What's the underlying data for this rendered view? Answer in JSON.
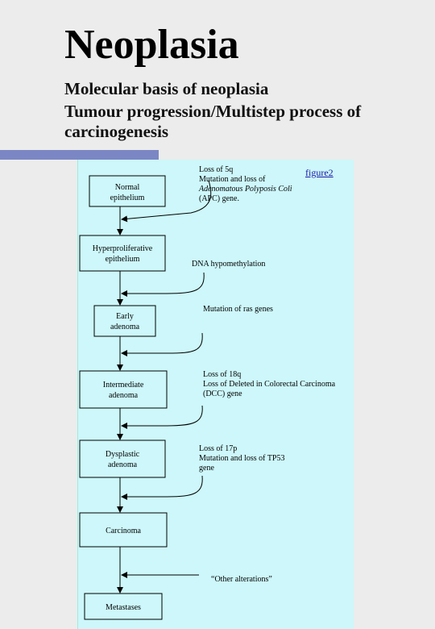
{
  "slide": {
    "title": "Neoplasia",
    "subtitle_1": "Molecular basis of neoplasia",
    "subtitle_2": "Tumour progression/Multistep process of carcinogenesis"
  },
  "figure": {
    "link_label": "figure2",
    "stages": [
      {
        "line1": "Normal",
        "line2": "epithelium"
      },
      {
        "line1": "Hyperproliferative",
        "line2": "epithelium"
      },
      {
        "line1": "Early",
        "line2": "adenoma"
      },
      {
        "line1": "Intermediate",
        "line2": "adenoma"
      },
      {
        "line1": "Dysplastic",
        "line2": "adenoma"
      },
      {
        "line1": "Carcinoma",
        "line2": ""
      },
      {
        "line1": "Metastases",
        "line2": ""
      }
    ],
    "notes": {
      "n1": [
        "Loss of 5q",
        "Mutation and loss of",
        "Adenomatous Polyposis Coli",
        "(APC) gene."
      ],
      "n2": [
        "DNA hypomethylation"
      ],
      "n3": [
        "Mutation of ras genes"
      ],
      "n4": [
        "Loss of 18q",
        "Loss of Deleted in Colorectal Carcinoma",
        "(DCC) gene"
      ],
      "n5": [
        "Loss of 17p",
        "Mutation and loss of TP53",
        "gene"
      ],
      "n6": [
        "“Other alterations”"
      ]
    }
  }
}
